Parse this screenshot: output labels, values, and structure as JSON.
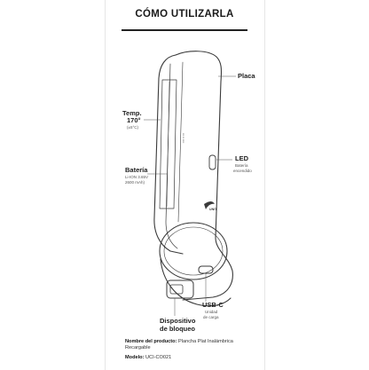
{
  "title": "CÓMO UTILIZARLA",
  "labels": {
    "placa": "Placa",
    "temp_title": "Temp.",
    "temp_value": "170°",
    "temp_tolerance": "(±5°C)",
    "bateria_title": "Batería",
    "bateria_line1": "Li-ION 3.65V",
    "bateria_line2": "2600 mAh)",
    "led_title": "LED",
    "led_sub1": "Batería",
    "led_sub2": "encendido",
    "usbc_title": "USB-C",
    "usbc_sub1": "Unidad",
    "usbc_sub2": "de carga",
    "bloqueo_line1": "Dispositivo",
    "bloqueo_line2": "de bloqueo"
  },
  "product": {
    "name_label": "Nombre del producto:",
    "name_value_1": "Plancha Plat Inalámbrica",
    "name_value_2": "Recargable",
    "model_label": "Modelo:",
    "model_value": "UCI-CO021"
  },
  "colors": {
    "outline": "#3a3a3a",
    "leader": "#555555",
    "panel_border": "#e6e6e6"
  }
}
